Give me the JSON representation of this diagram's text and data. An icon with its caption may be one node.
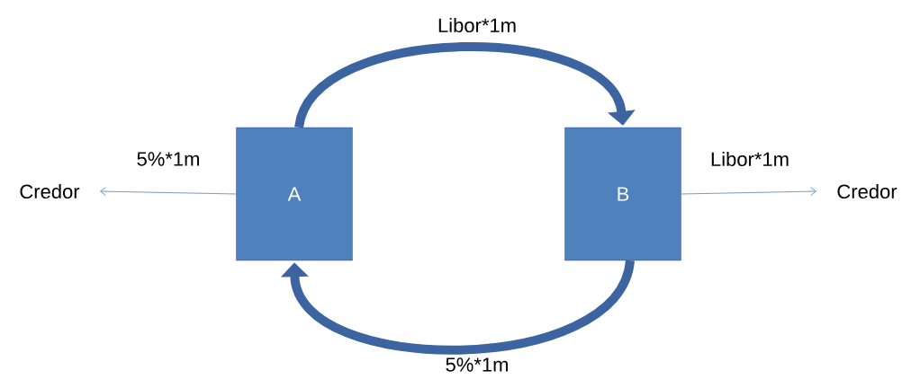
{
  "diagram": {
    "nodes": [
      {
        "text": [
          "Credor"
        ]
      },
      {
        "text": [
          "A"
        ]
      },
      {
        "text": [
          "B"
        ]
      },
      {
        "text": [
          "Credor"
        ]
      }
    ],
    "edges": [
      {
        "from": 1,
        "to": 0,
        "arrow": "to",
        "label": "5%*1m"
      },
      {
        "from": 1,
        "to": 2,
        "arrow": "to",
        "label": "Libor*1m",
        "style": "thick"
      },
      {
        "from": 2,
        "to": 1,
        "arrow": "to",
        "label": "5%*1m",
        "style": "thick"
      },
      {
        "from": 2,
        "to": 3,
        "arrow": "to",
        "label": "Libor*1m"
      }
    ]
  }
}
